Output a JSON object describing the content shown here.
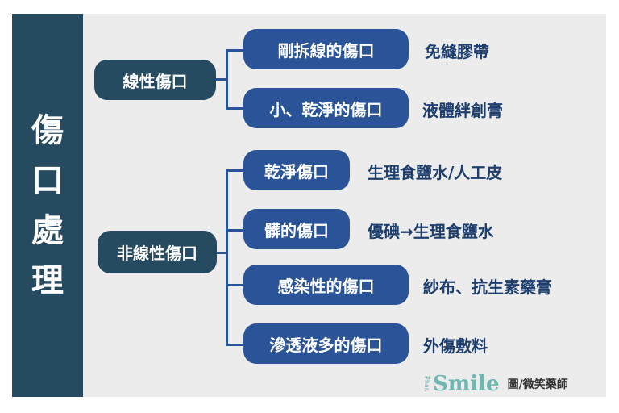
{
  "sidebar": {
    "chars": [
      "傷",
      "口",
      "處",
      "理"
    ]
  },
  "categories": [
    {
      "label": "線性傷口",
      "items": [
        {
          "wound": "剛拆線的傷口",
          "treatment": "免縫膠帶"
        },
        {
          "wound": "小、乾淨的傷口",
          "treatment": "液體絆創膏"
        }
      ]
    },
    {
      "label": "非線性傷口",
      "items": [
        {
          "wound": "乾淨傷口",
          "treatment": "生理食鹽水/人工皮"
        },
        {
          "wound": "髒的傷口",
          "treatment": "優碘→生理食鹽水"
        },
        {
          "wound": "感染性的傷口",
          "treatment": "紗布、抗生素藥膏"
        },
        {
          "wound": "滲透液多的傷口",
          "treatment": "外傷敷料"
        }
      ]
    }
  ],
  "footer": {
    "brand_small": "Phar.",
    "brand_logo": "Smile",
    "credit": "圖/微笑藥師"
  },
  "colors": {
    "sidebar": "#264a60",
    "node": "#2a5497",
    "treatment_text": "#1e3f6e",
    "panel": "#ececec",
    "brand": "#6fb8b2"
  }
}
